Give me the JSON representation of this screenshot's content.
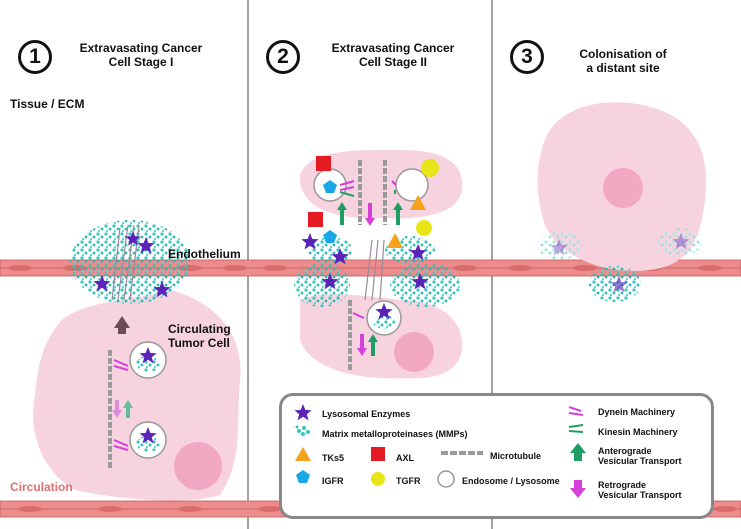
{
  "panels": [
    {
      "number": "1",
      "title_line1": "Extravasating Cancer",
      "title_line2": "Cell Stage I"
    },
    {
      "number": "2",
      "title_line1": "Extravasating Cancer",
      "title_line2": "Cell Stage II"
    },
    {
      "number": "3",
      "title_line1": "Colonisation of",
      "title_line2": "a distant site"
    }
  ],
  "labels": {
    "tissue": "Tissue / ECM",
    "endothelium": "Endothelium",
    "ctc_line1": "Circulating",
    "ctc_line2": "Tumor Cell",
    "circulation": "Circulation"
  },
  "legend": {
    "lysosomal": "Lysosomal Enzymes",
    "mmp": "Matrix metalloproteinases (MMPs)",
    "tks5": "TKs5",
    "axl": "AXL",
    "microtubule": "Microtubule",
    "igfr": "IGFR",
    "tgfr": "TGFR",
    "endosome": "Endosome / Lysosome",
    "dynein": "Dynein Machinery",
    "kinesin": "Kinesin Machinery",
    "antero_line1": "Anterograde",
    "antero_line2": "Vesicular Transport",
    "retro_line1": "Retrograde",
    "retro_line2": "Vesicular Transport"
  },
  "colors": {
    "cell_pink": "#f7d3e0",
    "nucleus_pink": "#f2a7c3",
    "endothelium": "#ec8c8c",
    "mmp_cyan": "#34c7c2",
    "lysosomal_purple": "#5b23b8",
    "tks5_orange": "#f6a21c",
    "axl_red": "#e51b24",
    "igfr_blue": "#19a7e8",
    "tgfr_yellow": "#e8e516",
    "anterograde_green": "#1e9e62",
    "retrograde_magenta": "#d63fd9",
    "circulation_red": "#e37070"
  },
  "icons": [
    "star-icon",
    "mmp-cluster-icon",
    "triangle-icon",
    "square-icon",
    "pentagon-icon",
    "circle-icon",
    "vesicle-icon",
    "microtubule-icon",
    "dynein-icon",
    "kinesin-icon",
    "arrow-up-icon",
    "arrow-down-icon"
  ]
}
